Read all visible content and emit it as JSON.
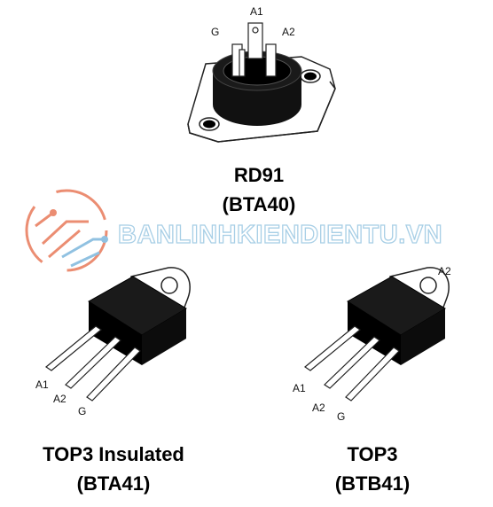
{
  "packages": [
    {
      "name": "RD91",
      "part": "(BTA40)",
      "pins": [
        "A1",
        "G",
        "A2"
      ]
    },
    {
      "name": "TOP3 Insulated",
      "part": "(BTA41)",
      "pins": [
        "A1",
        "A2",
        "G"
      ]
    },
    {
      "name": "TOP3",
      "part": "(BTB41)",
      "pins": [
        "A2",
        "A1",
        "A2",
        "G"
      ]
    }
  ],
  "watermark": {
    "text": "BANLINHKIENDIENTU.VN",
    "logo": "circuit-logo-icon",
    "colors": {
      "logo_left": "#e87a5a",
      "logo_right": "#7db7dc",
      "text": "#a8cfe6"
    }
  }
}
